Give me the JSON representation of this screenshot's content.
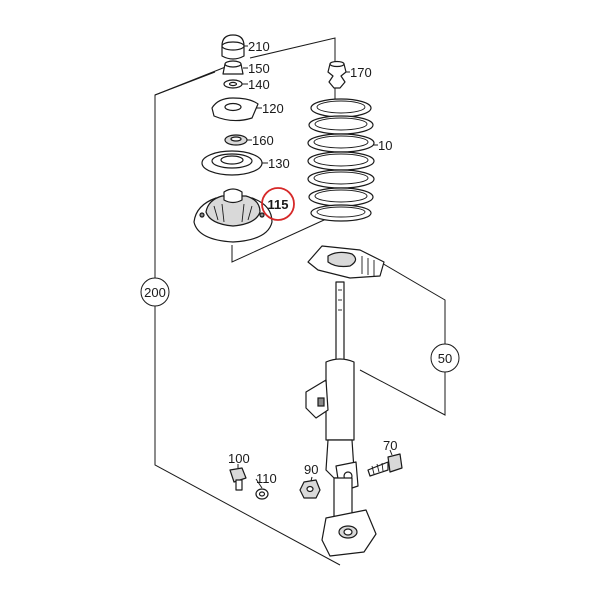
{
  "accent": "#d62828",
  "callouts": {
    "p210": "210",
    "p150": "150",
    "p140": "140",
    "p120": "120",
    "p160": "160",
    "p130": "130",
    "p115": "115",
    "p170": "170",
    "p10": "10",
    "p200": "200",
    "p50": "50",
    "p100": "100",
    "p110": "110",
    "p90": "90",
    "p70": "70"
  },
  "highlighted_part": "115"
}
